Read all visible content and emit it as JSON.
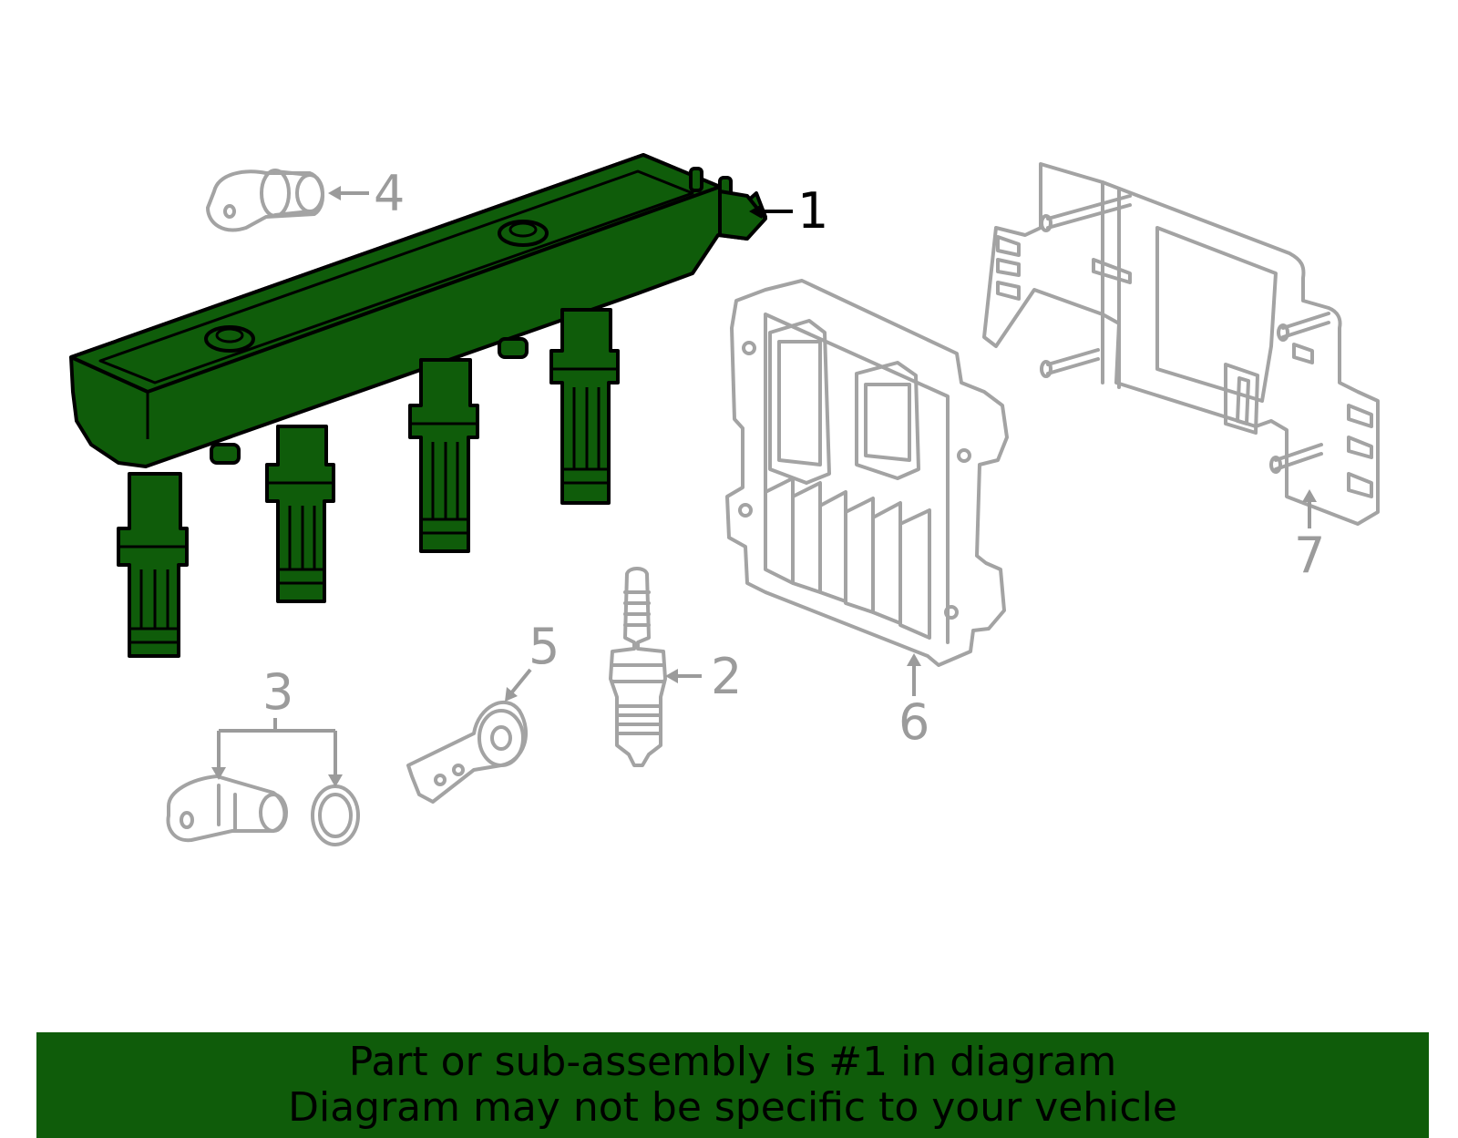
{
  "diagram": {
    "callouts": {
      "c1": "1",
      "c2": "2",
      "c3": "3",
      "c4": "4",
      "c5": "5",
      "c6": "6",
      "c7": "7"
    },
    "highlighted_part": "1",
    "colors": {
      "highlight_fill": "#0f5c0a",
      "inactive_line": "#a3a3a3",
      "inactive_text": "#9b9b9b",
      "banner_bg": "#0f5c0a"
    }
  },
  "banner": {
    "line1": "Part or sub-assembly is #1 in diagram",
    "line2": "Diagram may not be specific to your vehicle"
  }
}
